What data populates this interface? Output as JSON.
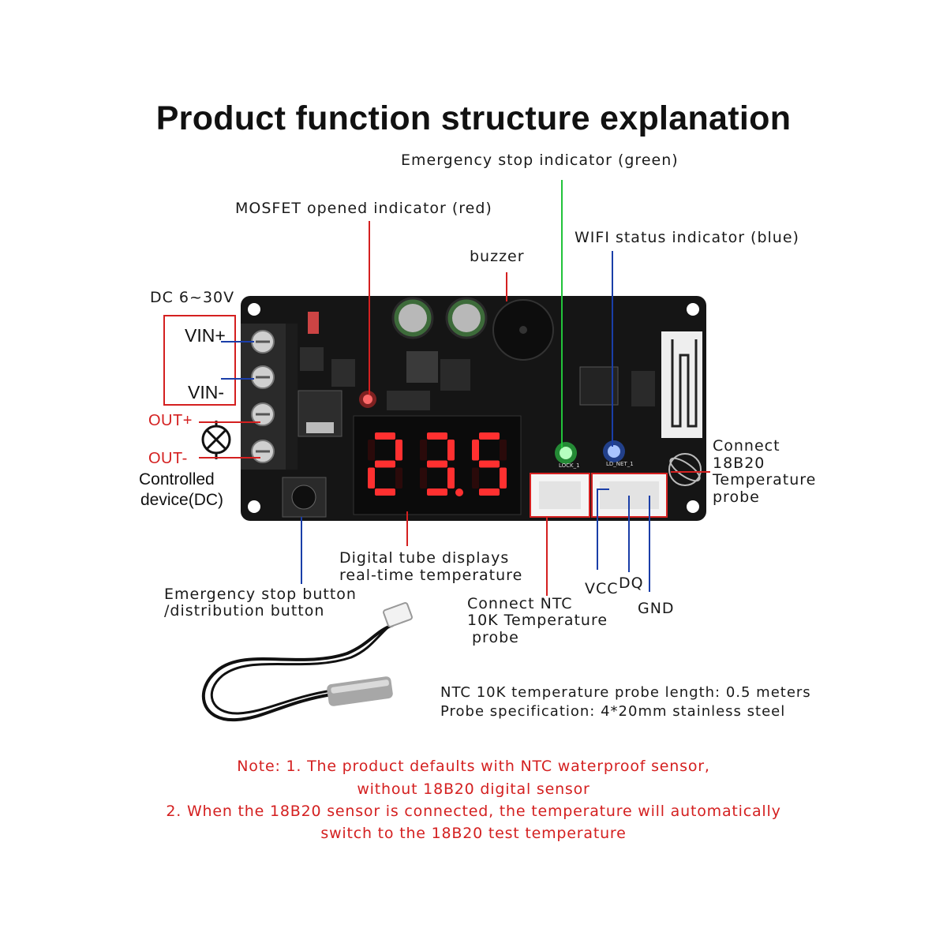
{
  "title": "Product function structure explanation",
  "labels": {
    "emergency_stop_indicator": "Emergency stop indicator (green)",
    "mosfet_indicator": "MOSFET opened indicator (red)",
    "wifi_indicator": "WIFI status indicator (blue)",
    "buzzer": "buzzer",
    "dc_range": "DC 6~30V",
    "vin_plus": "VIN+",
    "vin_minus": "VIN-",
    "out_plus": "OUT+",
    "out_minus": "OUT-",
    "controlled_device_1": "Controlled",
    "controlled_device_2": "device(DC)",
    "connect_18b20_1": "Connect",
    "connect_18b20_2": "18B20",
    "connect_18b20_3": "Temperature",
    "connect_18b20_4": "probe",
    "digital_tube_1": "Digital tube displays",
    "digital_tube_2": "real-time temperature",
    "emergency_button_1": "Emergency stop button",
    "emergency_button_2": "/distribution button",
    "ntc_connect_1": "Connect NTC",
    "ntc_connect_2": "10K Temperature",
    "ntc_connect_3": "probe",
    "vcc": "VCC",
    "dq": "DQ",
    "gnd": "GND",
    "probe_length": "NTC 10K temperature probe length: 0.5 meters",
    "probe_spec": "Probe specification: 4*20mm stainless steel"
  },
  "display_value": "23.5",
  "board_text": {
    "led_lock": "LOCK_1",
    "led_net": "LD_NET_1"
  },
  "notes": {
    "line1": "Note: 1. The product defaults with NTC waterproof sensor,",
    "line2": "without 18B20 digital sensor",
    "line3": "2. When the 18B20 sensor is connected, the temperature will automatically",
    "line4": "switch to the 18B20 test temperature"
  },
  "colors": {
    "board": "#141414",
    "led_red": "#ff3030",
    "led_green": "#33ff55",
    "led_blue": "#2f6bff",
    "leader_green": "#22c43a",
    "leader_blue": "#1a3ea8",
    "leader_red": "#d42020",
    "note_red": "#d42020"
  }
}
